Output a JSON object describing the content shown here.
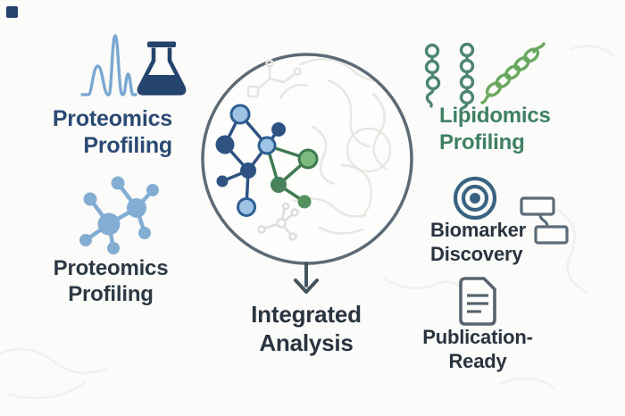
{
  "title": "Multi-omics integration diagram",
  "colors": {
    "bg": "#fbfbf9",
    "navy": "#24446d",
    "light_blue": "#7ba8d2",
    "molecule_blue": "#83add3",
    "node_dark_blue": "#2e5383",
    "node_light_fill": "#9ec3e4",
    "node_light_ring": "#2d5f92",
    "green_ring": "#3e7b50",
    "green_ring_fill": "#7cb97e",
    "green_solid": "#46815a",
    "green_solid2": "#55915f",
    "teal_chain": "#4c8573",
    "coil_green": "#69a95f",
    "slate": "#5b6b79",
    "slate_icon": "#57646e",
    "steel_blue": "#3a6383",
    "circle_stroke": "#5c6b76",
    "circle_fill": "#fdfdfc",
    "arrow": "#44545f",
    "text_navy": "#2b4a74",
    "text_dark": "#2a3440",
    "text_slate": "#2d3945",
    "text_green": "#3e8066",
    "faint": "#e7e7e4",
    "faint2": "#f0f0ee"
  },
  "left": {
    "proteomics_ms": {
      "label": "Proteomics\nProfiling",
      "icons": [
        "chromatogram-icon",
        "flask-icon"
      ]
    },
    "proteomics_mol": {
      "label": "Proteomics\nProfiling",
      "icons": [
        "molecule-network-icon"
      ]
    }
  },
  "center": {
    "integrated": {
      "label": "Integrated\nAnalysis",
      "icons": [
        "omics-network-icon",
        "down-arrow-icon",
        "circle-frame"
      ]
    }
  },
  "right": {
    "lipidomics": {
      "label": "Lipidomics\nProfiling",
      "icons": [
        "lipid-chain-icon",
        "lipid-chain-icon",
        "lipid-coil-icon"
      ]
    },
    "biomarker": {
      "label": "Biomarker\nDiscovery",
      "icons": [
        "bullseye-icon",
        "flowchart-icon"
      ]
    },
    "publication": {
      "label": "Publication-\nReady",
      "icons": [
        "document-icon"
      ]
    }
  }
}
